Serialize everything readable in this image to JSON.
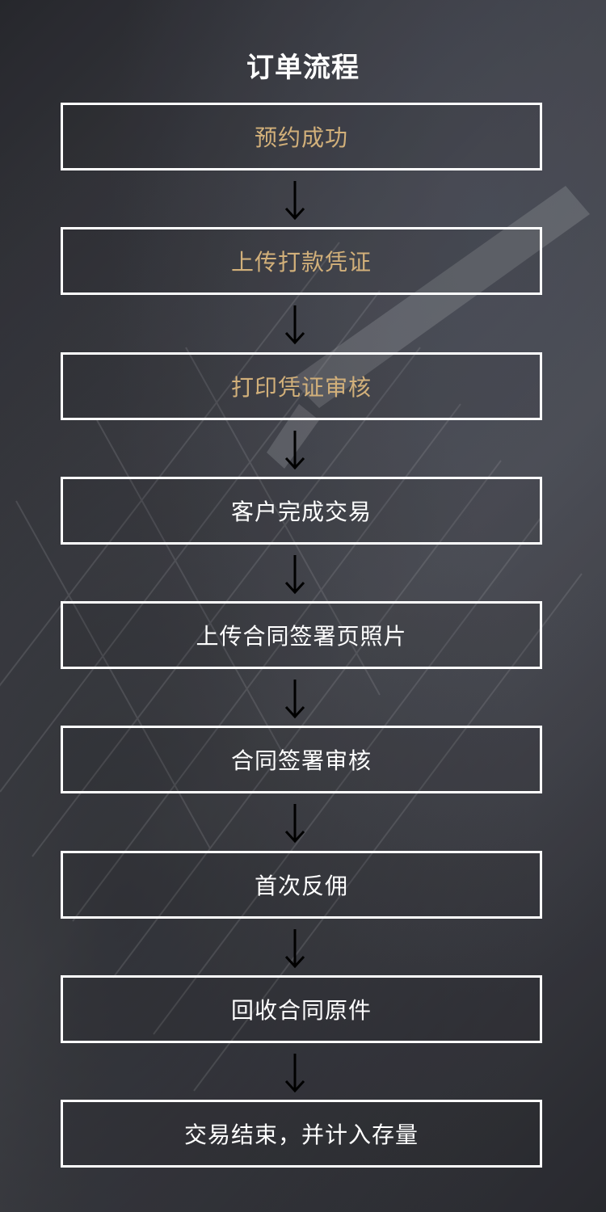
{
  "title": "订单流程",
  "colors": {
    "highlight_step": "#d2b07a",
    "normal_step": "#ffffff",
    "border": "#ffffff",
    "arrow": "#000000"
  },
  "steps": [
    {
      "label": "预约成功",
      "highlighted": true
    },
    {
      "label": "上传打款凭证",
      "highlighted": true
    },
    {
      "label": "打印凭证审核",
      "highlighted": true
    },
    {
      "label": "客户完成交易",
      "highlighted": false
    },
    {
      "label": "上传合同签署页照片",
      "highlighted": false
    },
    {
      "label": "合同签署审核",
      "highlighted": false
    },
    {
      "label": "首次反佣",
      "highlighted": false
    },
    {
      "label": "回收合同原件",
      "highlighted": false
    },
    {
      "label": "交易结束，并计入存量",
      "highlighted": false
    }
  ],
  "arrow_icon": "arrow-down-icon"
}
